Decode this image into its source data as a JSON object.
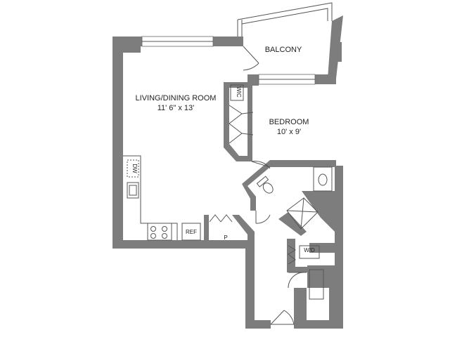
{
  "rooms": {
    "living": {
      "name": "LIVING/DINING ROOM",
      "size": "11' 6\" x 13'"
    },
    "balcony": {
      "name": "BALCONY"
    },
    "bedroom": {
      "name": "BEDROOM",
      "size": "10' x 9'"
    }
  },
  "fixtures": {
    "dishwasher": "DW",
    "refrigerator": "REF",
    "pantry": "P",
    "walk_in_closet": "WIC",
    "washer_dryer": "W/D"
  },
  "colors": {
    "wall": "#7d7d7d",
    "background": "#ffffff",
    "line": "#555555"
  }
}
